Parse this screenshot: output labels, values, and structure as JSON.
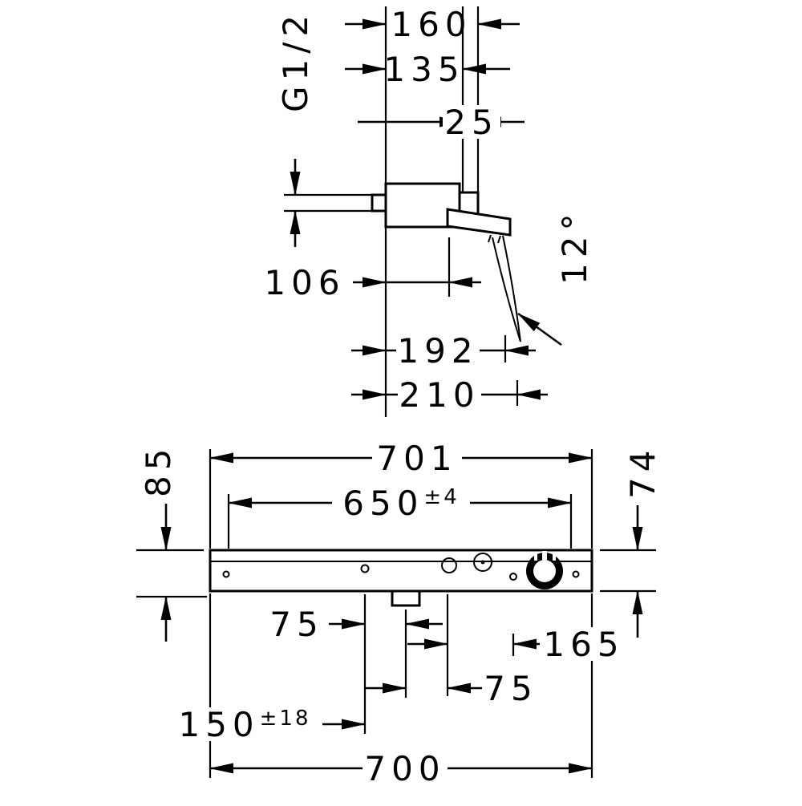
{
  "drawing": {
    "background_color": "#ffffff",
    "line_color": "#000000",
    "units": "mm",
    "side_view": {
      "dim_160": "160",
      "dim_135": "135",
      "dim_25": "25",
      "thread_size": "G1/2",
      "dim_106": "106",
      "spout_angle": "12°",
      "dim_192": "192",
      "dim_210": "210"
    },
    "front_view": {
      "dim_701": "701",
      "dim_650": "650",
      "dim_650_tolerance": "±4",
      "dim_85": "85",
      "dim_74": "74",
      "dim_75_left": "75",
      "dim_165": "165",
      "dim_75_right": "75",
      "dim_150": "150",
      "dim_150_tolerance": "±18",
      "dim_700": "700"
    }
  }
}
